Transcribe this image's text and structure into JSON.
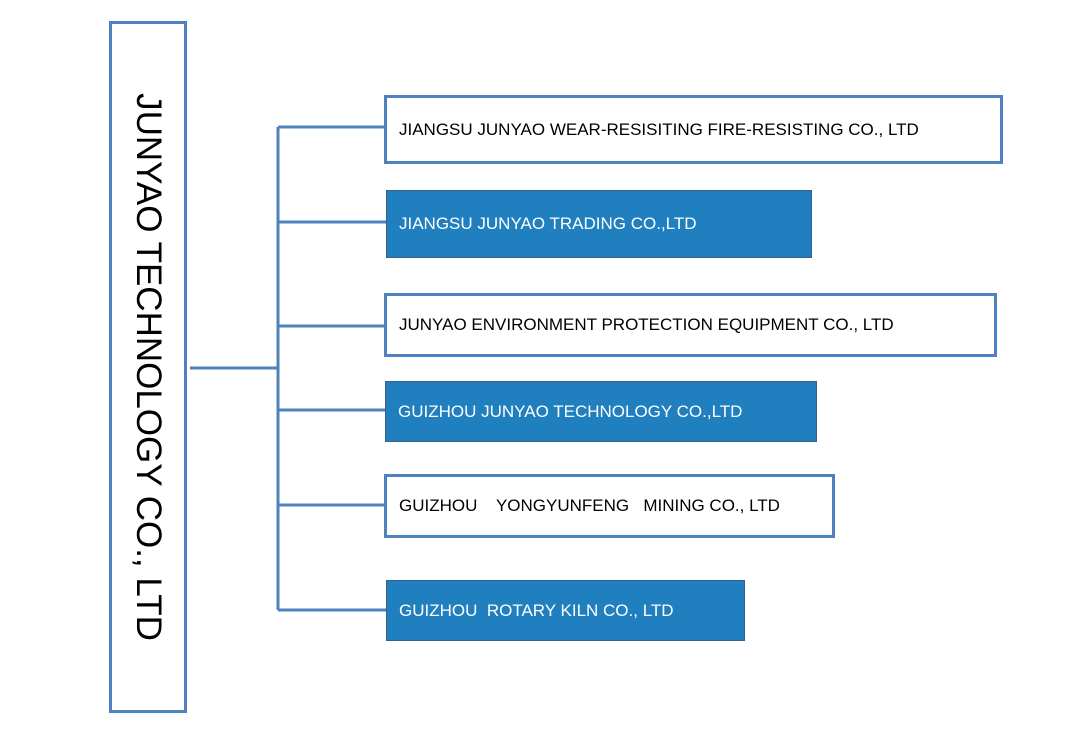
{
  "colors": {
    "line": "#4f81bd",
    "box_fill_blue": "#1f7fbf",
    "box_text_on_blue": "#ffffff",
    "box_text_on_white": "#000000"
  },
  "root": {
    "label": "JUNYAO TECHNOLOGY CO., LTD"
  },
  "children": [
    {
      "label": "JIANGSU JUNYAO WEAR-RESISITING FIRE-RESISTING CO., LTD",
      "style": "white"
    },
    {
      "label": "JIANGSU JUNYAO TRADING CO.,LTD",
      "style": "blue"
    },
    {
      "label": "JUNYAO ENVIRONMENT PROTECTION EQUIPMENT CO., LTD",
      "style": "white"
    },
    {
      "label": "GUIZHOU JUNYAO TECHNOLOGY CO.,LTD",
      "style": "blue"
    },
    {
      "label": "GUIZHOU    YONGYUNFENG   MINING CO., LTD",
      "style": "white"
    },
    {
      "label": "GUIZHOU  ROTARY KILN CO., LTD",
      "style": "blue"
    }
  ]
}
